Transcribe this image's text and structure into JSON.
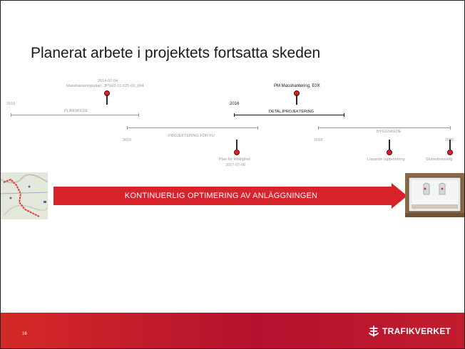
{
  "slide": {
    "title": "Planerat arbete i projektets fortsatta skeden",
    "page_number": "16",
    "brand": "TRAFIKVERKET"
  },
  "timeline": {
    "milestone_top_left": {
      "date": "2014-07-04",
      "text": "Masshanteringsplan, JPSH2-01-025-00_004"
    },
    "milestone_top_right": {
      "text": "PM Masshantering, E0X"
    },
    "milestone_plan": {
      "text": "Plan för tillåtlighet",
      "date": "2017-07-06"
    },
    "milestone_rapport": {
      "text": "Löpande rapportering"
    },
    "milestone_slut": {
      "text": "Slutredovisning"
    },
    "years": {
      "y2010": "2010",
      "y2015": "2015",
      "y2016": "2016",
      "y2018": "2018",
      "y2020": "2020"
    },
    "phases": {
      "planskede": "PLANSKEDE",
      "projektering_fu": "PROJEKTERING FÖR FU",
      "detaljprojektering": "DETALJPROJEKTERING",
      "byggskede": "BYGGSKEDE"
    }
  },
  "banner": {
    "text": "KONTINUERLIG OPTIMERING AV ANLÄGGNINGEN"
  },
  "colors": {
    "accent": "#d8232a",
    "footer": "#c21d2e",
    "footer_dark": "#a8132f"
  },
  "icons": {
    "logo": "trafikverket-logo-icon",
    "map": "route-map-thumbnail",
    "photo": "construction-photo-thumbnail"
  }
}
